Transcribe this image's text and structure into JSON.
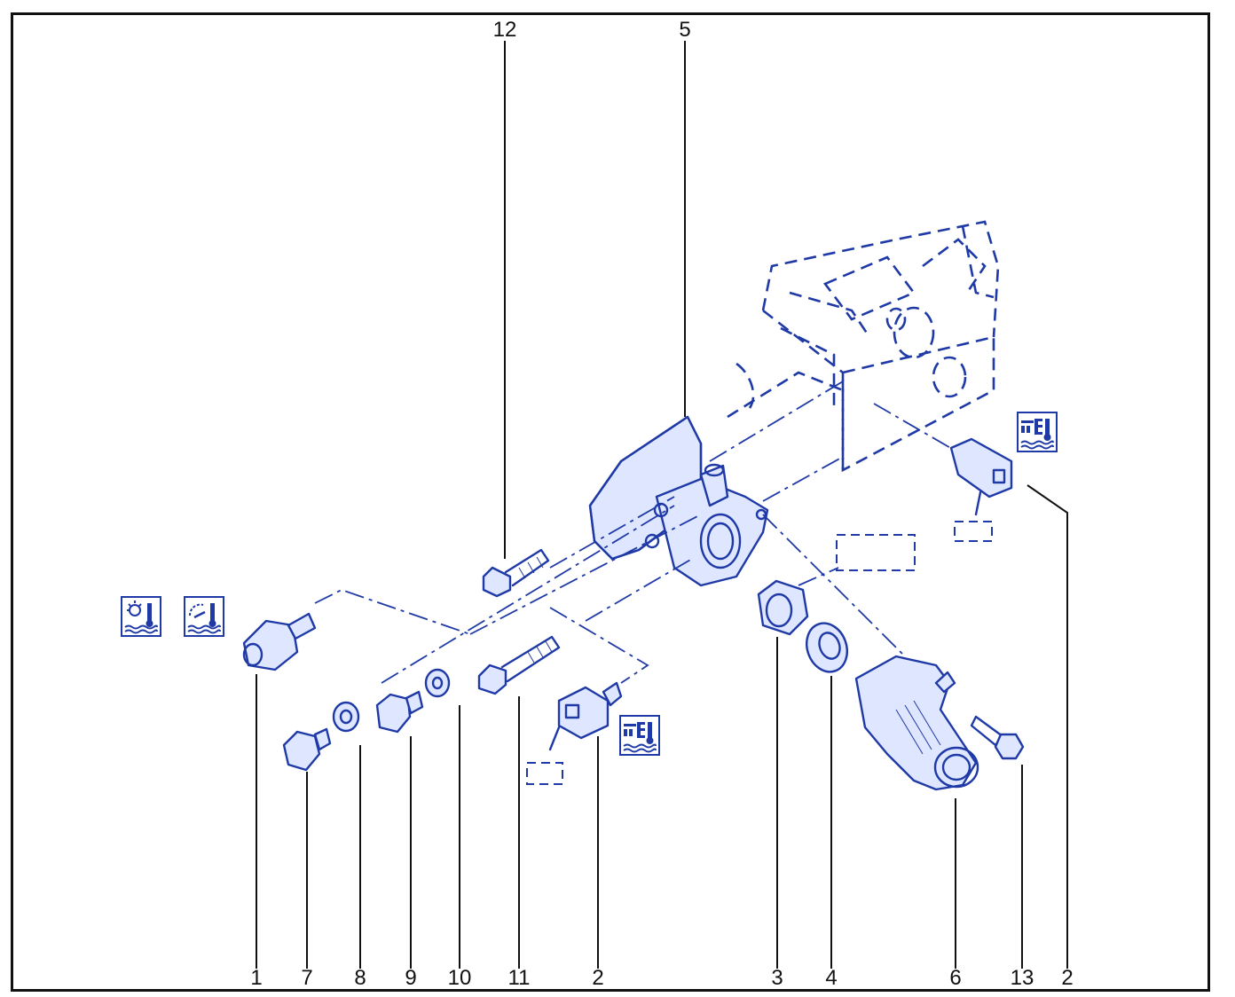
{
  "callouts": [
    {
      "id": "label-12",
      "text": "12"
    },
    {
      "id": "label-5",
      "text": "5"
    },
    {
      "id": "label-1",
      "text": "1"
    },
    {
      "id": "label-7",
      "text": "7"
    },
    {
      "id": "label-8",
      "text": "8"
    },
    {
      "id": "label-9",
      "text": "9"
    },
    {
      "id": "label-10",
      "text": "10"
    },
    {
      "id": "label-11",
      "text": "11"
    },
    {
      "id": "label-2a",
      "text": "2"
    },
    {
      "id": "label-3",
      "text": "3"
    },
    {
      "id": "label-4",
      "text": "4"
    },
    {
      "id": "label-6",
      "text": "6"
    },
    {
      "id": "label-13",
      "text": "13"
    },
    {
      "id": "label-2b",
      "text": "2"
    }
  ],
  "icons": [
    {
      "id": "warning-light-temp-icon"
    },
    {
      "id": "temp-gauge-icon-left"
    },
    {
      "id": "coolant-temp-sensor-icon-center"
    },
    {
      "id": "coolant-temp-sensor-icon-right"
    }
  ],
  "colors": {
    "line": "#1f3aa6",
    "text": "#111111",
    "frame": "#111111"
  }
}
